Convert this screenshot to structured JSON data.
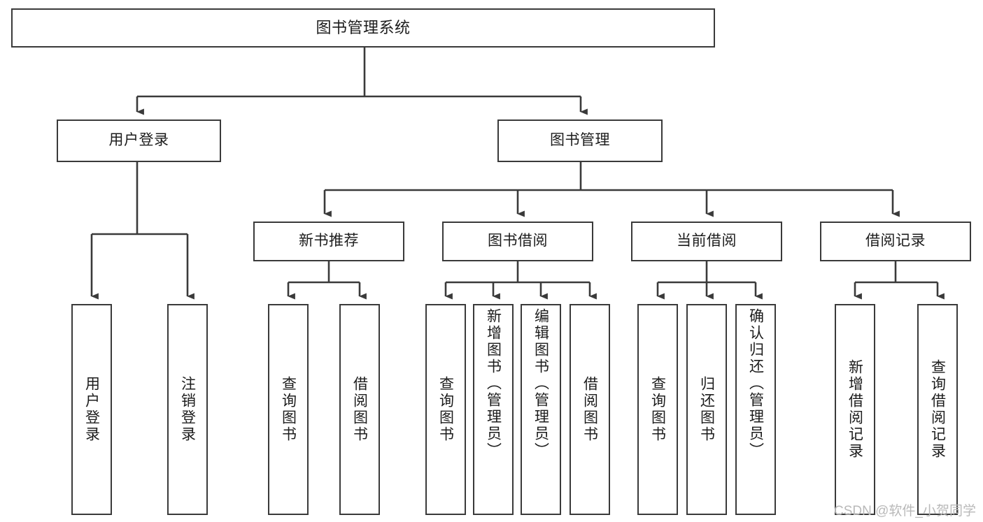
{
  "diagram": {
    "type": "tree",
    "title": "图书管理系统",
    "root": {
      "label": "图书管理系统"
    },
    "level2": [
      {
        "label": "用户登录"
      },
      {
        "label": "图书管理"
      }
    ],
    "level3": [
      {
        "label": "新书推荐"
      },
      {
        "label": "图书借阅"
      },
      {
        "label": "当前借阅"
      },
      {
        "label": "借阅记录"
      }
    ],
    "leaves": {
      "user_login": [
        {
          "label": "用户登录"
        },
        {
          "label": "注销登录"
        }
      ],
      "new_book_recommend": [
        {
          "label": "查询图书"
        },
        {
          "label": "借阅图书"
        }
      ],
      "book_borrow": [
        {
          "label": "查询图书"
        },
        {
          "label": "新增图书（管理员）"
        },
        {
          "label": "编辑图书（管理员）"
        },
        {
          "label": "借阅图书"
        }
      ],
      "current_borrow": [
        {
          "label": "查询图书"
        },
        {
          "label": "归还图书"
        },
        {
          "label": "确认归还（管理员）"
        }
      ],
      "borrow_record": [
        {
          "label": "新增借阅记录"
        },
        {
          "label": "查询借阅记录"
        }
      ]
    }
  },
  "watermark": {
    "text": "CSDN @软件_小贺同学"
  },
  "colors": {
    "stroke": "#3a3a3a",
    "box_fill": "#ffffff",
    "text": "#1c1c1c",
    "watermark": "#b9b9b9",
    "background": "#ffffff"
  }
}
